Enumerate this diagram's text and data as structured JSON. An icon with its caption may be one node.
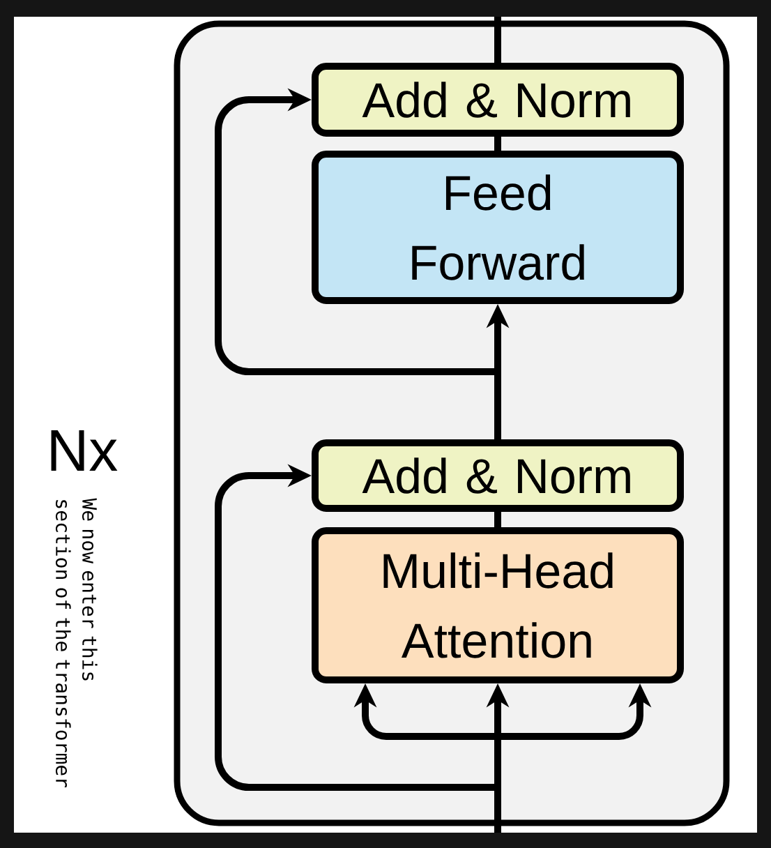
{
  "diagram": {
    "nodes": [
      {
        "text": [
          "Nx"
        ]
      },
      {
        "text": [
          "Add & Norm"
        ],
        "in": 0
      },
      {
        "text": [
          "Feed Forward"
        ],
        "in": 0
      },
      {
        "text": [
          "Add & Norm"
        ],
        "in": 0
      },
      {
        "text": [
          "Multi-Head Attention"
        ],
        "in": 0
      }
    ],
    "edges": [
      {
        "from": null,
        "to": 4,
        "arrow": "to"
      },
      {
        "from": null,
        "to": 4,
        "arrow": "to"
      },
      {
        "from": null,
        "to": 4,
        "arrow": "to"
      },
      {
        "from": null,
        "to": 3,
        "arrow": "to"
      },
      {
        "from": 4,
        "to": 3,
        "arrow": "none"
      },
      {
        "from": 3,
        "to": 2,
        "arrow": "to"
      },
      {
        "from": 3,
        "to": 1,
        "arrow": "to"
      },
      {
        "from": 2,
        "to": 1,
        "arrow": "none"
      },
      {
        "from": 1,
        "to": null,
        "arrow": "none"
      }
    ],
    "labels": [
      "We now enter this section of the transformer"
    ]
  }
}
